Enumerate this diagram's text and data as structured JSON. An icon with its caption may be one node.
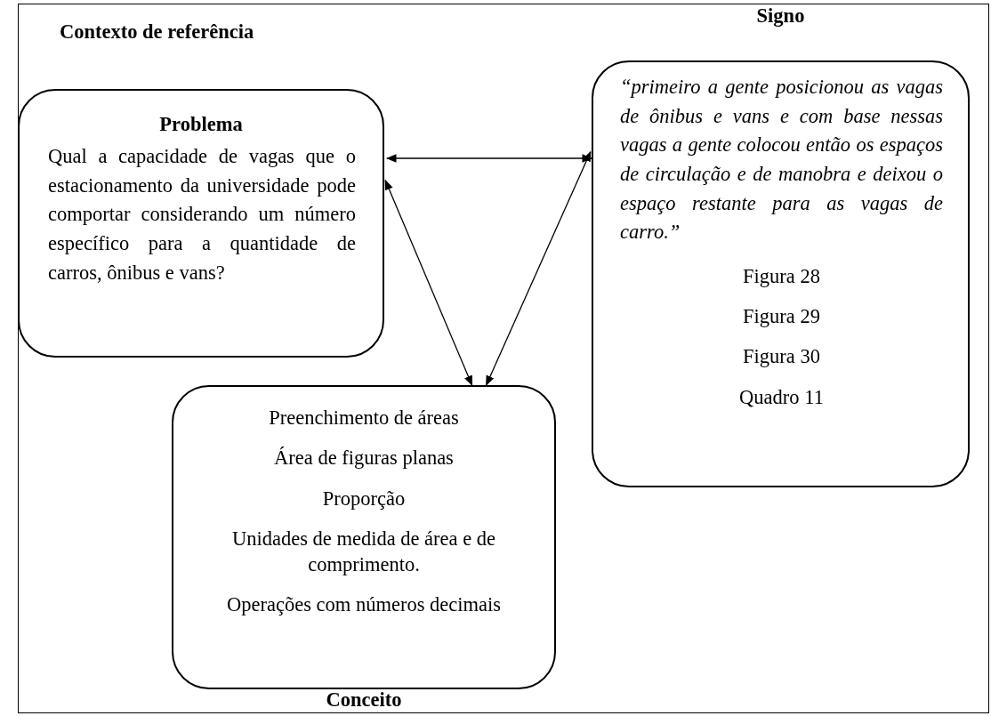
{
  "diagram": {
    "nodes": [
      {
        "text": [
          "Contexto de referência",
          "Problema",
          "Qual a capacidade de vagas que o estacionamento da universidade pode comportar considerando um número específico para a quantidade de carros, ônibus e vans?"
        ]
      },
      {
        "text": [
          "Signo",
          "“primeiro a gente posicionou as vagas de ônibus e vans e com base nessas vagas a gente colocou então os espaços de circulação e de manobra e deixou o espaço restante para as vagas de carro.”",
          "Figura 28",
          "Figura 29",
          "Figura 30",
          "Quadro 11"
        ]
      },
      {
        "text": [
          "Preenchimento de áreas",
          "Área de figuras planas",
          "Proporção",
          "Unidades de medida de área e de comprimento.",
          "Operações com números decimais",
          "Conceito"
        ]
      }
    ],
    "edges": [
      {
        "from": 0,
        "to": 1,
        "arrow": "both"
      },
      {
        "from": 0,
        "to": 2,
        "arrow": "both"
      },
      {
        "from": 1,
        "to": 2,
        "arrow": "both"
      }
    ]
  }
}
